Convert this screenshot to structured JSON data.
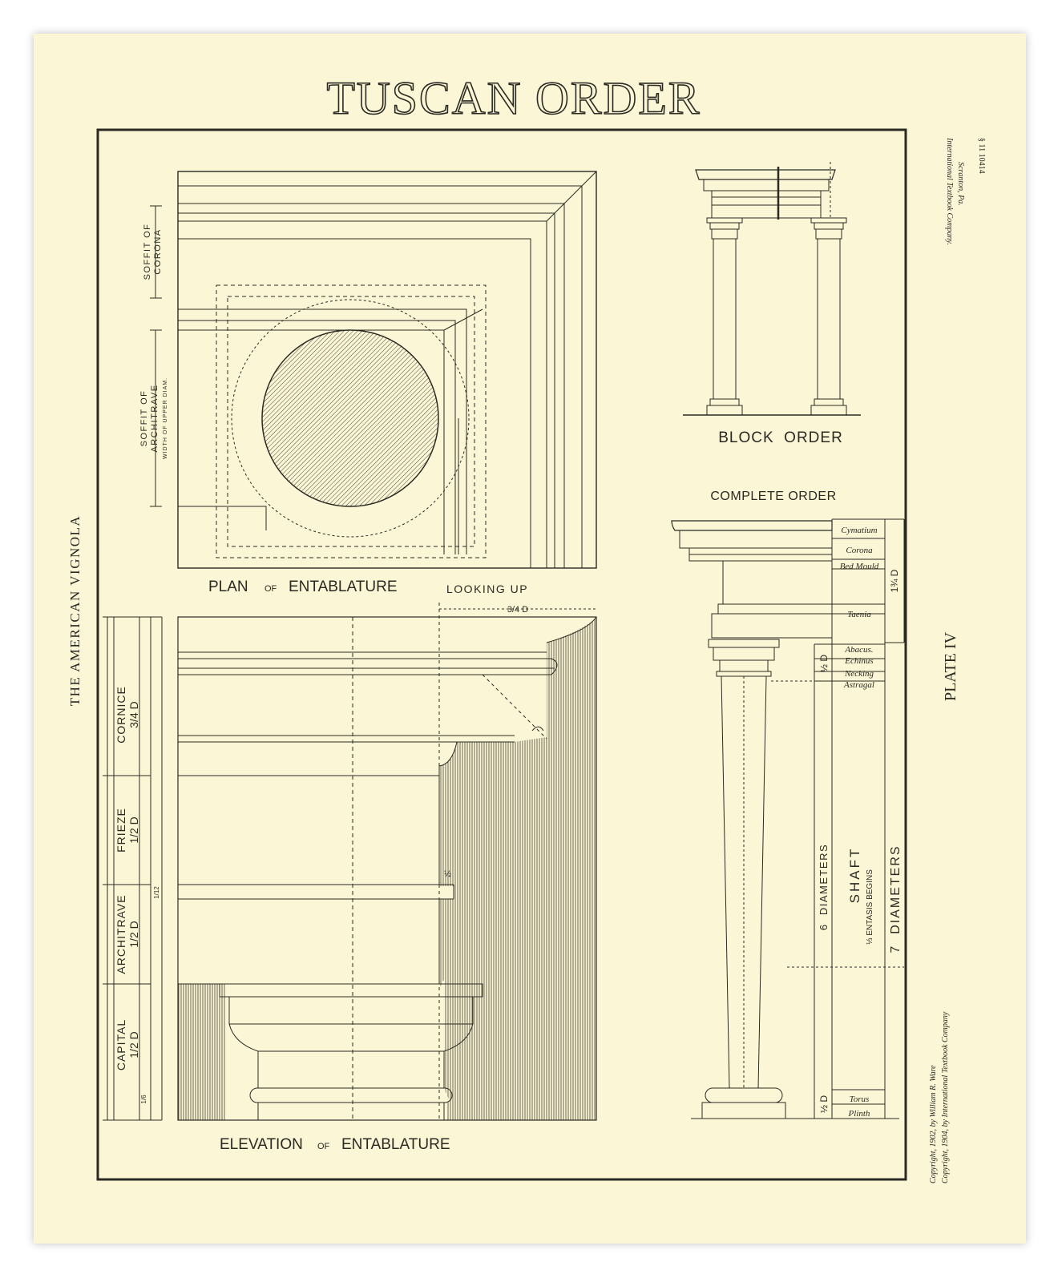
{
  "title": "TUSCAN ORDER",
  "side_left": "THE AMERICAN VIGNOLA",
  "side_right": {
    "plate_no": "§ 11   10414",
    "publisher": "International Textbook Company.",
    "city": "Scranton, Pa.",
    "plate": "PLATE IV",
    "copyright1": "Copyright, 1902, by William R. Ware",
    "copyright2": "Copyright, 1904, by International Textbook Company"
  },
  "plan": {
    "title_a": "PLAN",
    "title_of": "OF",
    "title_b": "ENTABLATURE",
    "title_c": "LOOKING UP",
    "label_corona_1": "SOFFIT OF",
    "label_corona_2": "CORONA",
    "label_architrave_1": "SOFFIT OF",
    "label_architrave_2": "ARCHITRAVE",
    "label_architrave_3": "WIDTH OF UPPER DIAM."
  },
  "block_order": {
    "label": "BLOCK  ORDER"
  },
  "complete_order": {
    "label": "COMPLETE ORDER",
    "parts": [
      "Cymatium",
      "Corona",
      "Bed Mould",
      "Taenia",
      "Abacus.",
      "Echinus",
      "Necking",
      "Astragal",
      "Torus",
      "Plinth"
    ],
    "dim_entablature": "1¾ D",
    "dim_capital": "½ D",
    "dim_shaft": "6  DIAMETERS",
    "dim_column": "7  DIAMETERS",
    "dim_base": "½ D",
    "shaft_label": "SHAFT",
    "entasis_label": "⅓ ENTASIS BEGINS"
  },
  "elevation": {
    "title_a": "ELEVATION",
    "title_of": "OF",
    "title_b": "ENTABLATURE",
    "dim_projection": "3/4 D",
    "half_mark": "½",
    "scale": {
      "cornice_label": "CORNICE",
      "cornice_dim": "3/4 D",
      "frieze_label": "FRIEZE",
      "frieze_dim": "1/2 D",
      "architrave_label": "ARCHITRAVE",
      "architrave_dim": "1/2 D",
      "capital_label": "CAPITAL",
      "capital_dim": "1/2 D",
      "small_mark_1": "1/12",
      "small_mark_2": "1/6"
    }
  },
  "colors": {
    "paper": "#fbf6d6",
    "ink": "#2b2a22",
    "hatch": "#4a463a"
  }
}
